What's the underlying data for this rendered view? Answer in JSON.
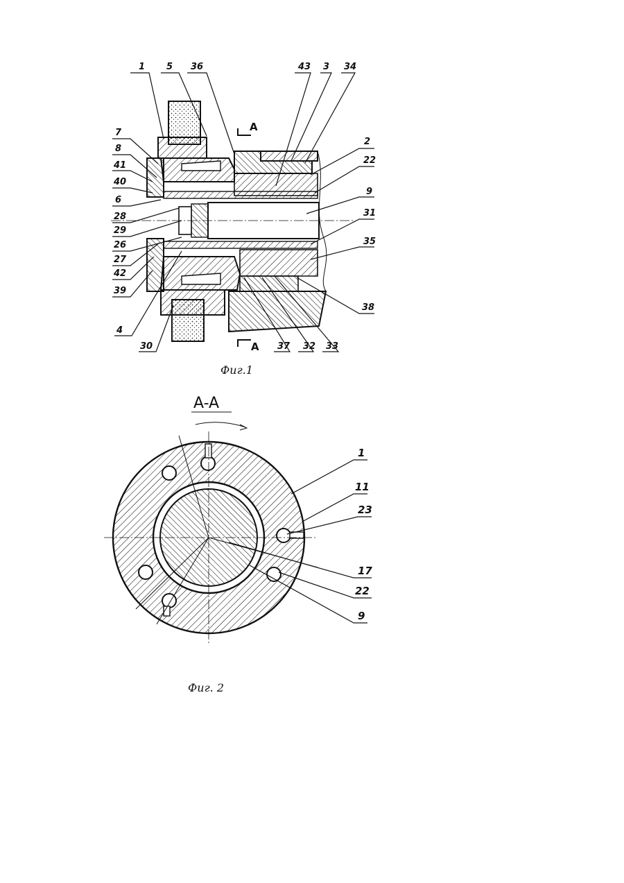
{
  "fig1": {
    "caption": "Фиг.1",
    "section_marker": "A",
    "labels": [
      "1",
      "5",
      "36",
      "43",
      "3",
      "34",
      "7",
      "8",
      "41",
      "40",
      "6",
      "28",
      "29",
      "26",
      "27",
      "42",
      "39",
      "4",
      "30",
      "2",
      "22",
      "9",
      "31",
      "35",
      "38",
      "37",
      "32",
      "33"
    ]
  },
  "fig2": {
    "caption": "Фиг. 2",
    "section_title": "A-A",
    "labels": [
      "1",
      "11",
      "23",
      "17",
      "22",
      "9"
    ]
  }
}
